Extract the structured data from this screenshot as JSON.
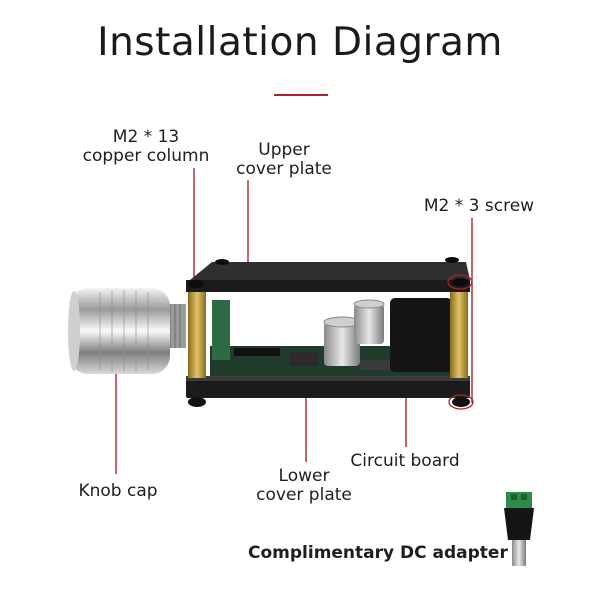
{
  "title": "Installation Diagram",
  "labels": {
    "copper_column": [
      "M2 * 13",
      "copper column"
    ],
    "upper_cover": [
      "Upper",
      "cover plate"
    ],
    "screw": "M2 * 3 screw",
    "knob_cap": "Knob cap",
    "lower_cover": [
      "Lower",
      "cover plate"
    ],
    "circuit_board": "Circuit board",
    "dc_adapter": "Complimentary DC adapter"
  },
  "colors": {
    "leader_line": "#b0202a",
    "accent_underline": "#b0202a",
    "plate": "#2a2a2a",
    "brass": "#c9a445",
    "pcb": "#1f3b2a",
    "knob": "#c8c8c8",
    "adapter_terminal": "#2f8a4a"
  }
}
